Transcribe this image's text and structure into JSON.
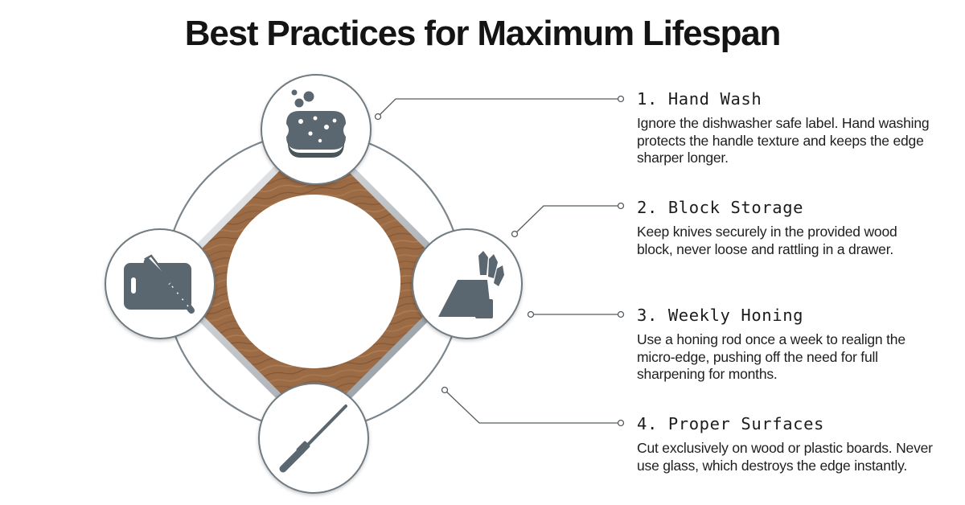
{
  "title": "Best Practices for Maximum Lifespan",
  "colors": {
    "icon": "#5b6770",
    "wood": "#9a6a44",
    "ring": "#7a858c",
    "connector": "#555c62"
  },
  "steps": [
    {
      "heading": "1. Hand Wash",
      "body": "Ignore the dishwasher safe label. Hand washing protects the handle texture and keeps the edge sharper longer.",
      "icon": "sponge-icon"
    },
    {
      "heading": "2. Block Storage",
      "body": "Keep knives securely in the provided wood block, never loose and rattling in a drawer.",
      "icon": "knife-block-icon"
    },
    {
      "heading": "3. Weekly Honing",
      "body": "Use a honing rod once a week to realign the micro-edge, pushing off the need for full sharpening for months.",
      "icon": "honing-rod-icon"
    },
    {
      "heading": "4. Proper Surfaces",
      "body": "Cut exclusively on wood or plastic boards. Never use glass, which destroys the edge instantly.",
      "icon": "cutting-board-icon"
    }
  ]
}
